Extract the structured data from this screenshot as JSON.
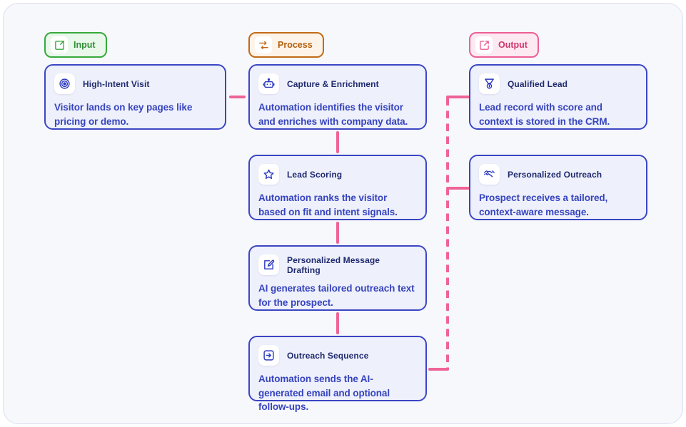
{
  "stages": [
    {
      "id": "input",
      "label": "Input",
      "icon": "import-icon"
    },
    {
      "id": "process",
      "label": "Process",
      "icon": "transfer-arrows-icon"
    },
    {
      "id": "output",
      "label": "Output",
      "icon": "external-link-icon"
    }
  ],
  "cards": {
    "high_intent": {
      "title": "High-Intent Visit",
      "desc": "Visitor lands on key pages like pricing or demo.",
      "icon": "target-icon"
    },
    "capture": {
      "title": "Capture & Enrichment",
      "desc": "Automation identifies the visitor and enriches with company data.",
      "icon": "robot-icon"
    },
    "qualified": {
      "title": "Qualified Lead",
      "desc": "Lead record with score and context is stored in the CRM.",
      "icon": "medal-icon"
    },
    "lead_scoring": {
      "title": "Lead Scoring",
      "desc": "Automation ranks the visitor based on fit and intent signals.",
      "icon": "star-icon"
    },
    "personalized_outreach": {
      "title": "Personalized Outreach",
      "desc": "Prospect receives a tailored, context-aware message.",
      "icon": "handshake-icon"
    },
    "drafting": {
      "title": "Personalized Message Drafting",
      "desc": "AI generates tailored outreach text for the prospect.",
      "icon": "edit-square-icon"
    },
    "sequence": {
      "title": "Outreach Sequence",
      "desc": "Automation sends the AI-generated email and optional follow-ups.",
      "icon": "arrow-right-square-icon"
    }
  },
  "colors": {
    "background": "#f7f8fc",
    "card_fill": "#eef0fb",
    "card_border": "#3b46c4",
    "card_text": "#3644be",
    "card_title": "#1f2a6e",
    "connector": "#ee6496",
    "input_accent": "#37a93c",
    "process_accent": "#c36a18",
    "output_accent": "#ec5f95"
  }
}
